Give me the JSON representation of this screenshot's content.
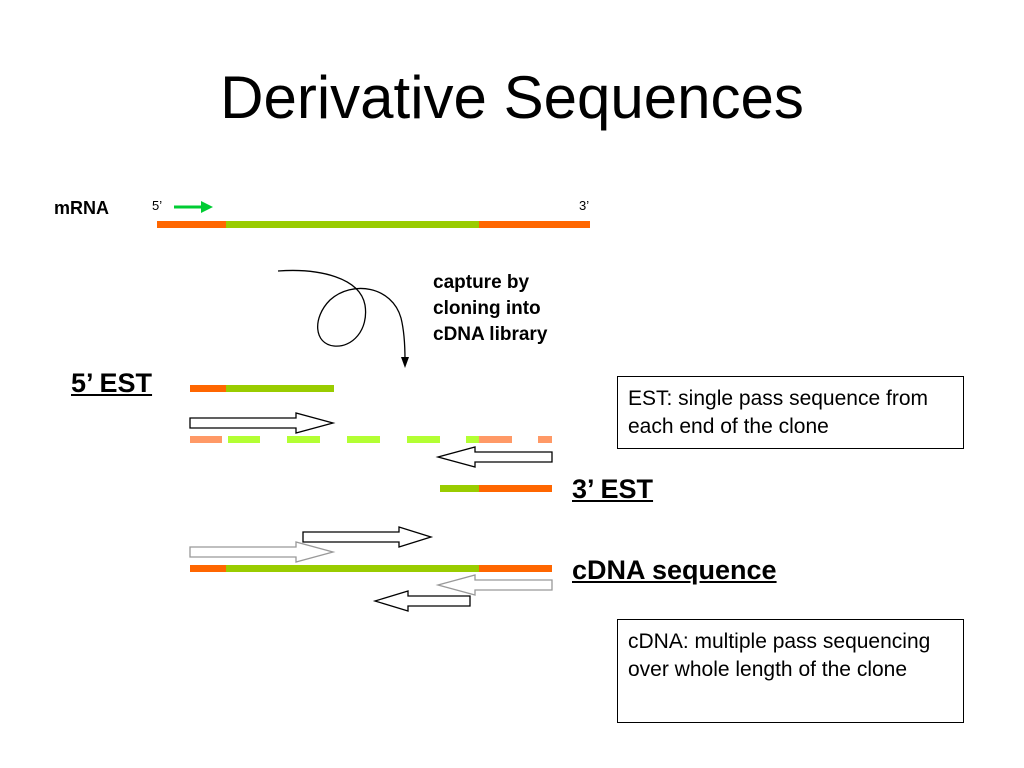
{
  "title": "Derivative Sequences",
  "mrna": {
    "label": "mRNA",
    "five_prime_label": "5’",
    "three_prime_label": "3’"
  },
  "capture_note": "capture by cloning into cDNA library",
  "sections": {
    "est_5": "5’ EST",
    "est_3": "3’ EST",
    "cdna": "cDNA sequence"
  },
  "notes": {
    "est": "EST: single pass sequence from each end of the clone",
    "cdna": "cDNA: multiple pass sequencing over whole length of the clone"
  },
  "colors": {
    "utr": "#ff6600",
    "coding": "#99cc00",
    "utr_light": "#ff9966",
    "coding_light": "#b3ff33",
    "start_arrow": "#00cc33",
    "read_arrow_outline": "#000000",
    "read_arrow_light_outline": "#999999"
  },
  "icons": {
    "start_arrow": "right-arrow-icon",
    "capture": "looping-arrow-icon",
    "reads": "outline-arrow-icon"
  }
}
